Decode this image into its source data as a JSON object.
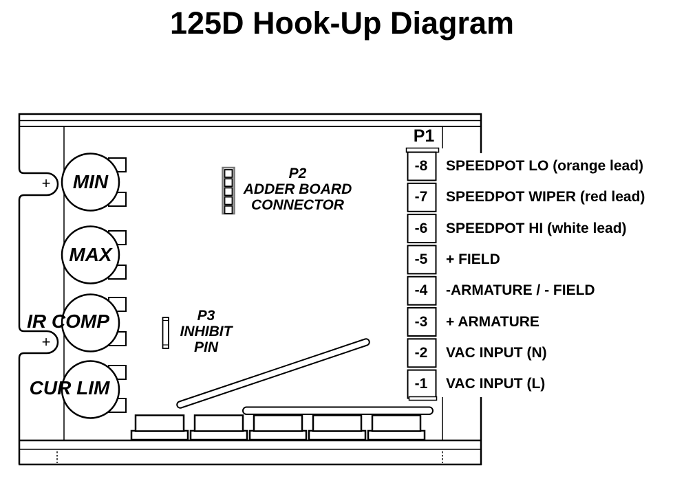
{
  "title": "125D Hook-Up Diagram",
  "colors": {
    "line": "#000000",
    "background": "#ffffff",
    "connector_frame": "#777777"
  },
  "board": {
    "pots": [
      {
        "label": "MIN"
      },
      {
        "label": "MAX"
      },
      {
        "label": "IR COMP"
      },
      {
        "label": "CUR LIM"
      }
    ],
    "plus_marks": [
      "+",
      "+"
    ],
    "p2": {
      "name": "P2",
      "line1": "ADDER BOARD",
      "line2": "CONNECTOR"
    },
    "p3": {
      "name": "P3",
      "line1": "INHIBIT",
      "line2": "PIN"
    },
    "p1": {
      "label": "P1",
      "rows": [
        {
          "pin": "-8",
          "label": "SPEEDPOT LO (orange lead)"
        },
        {
          "pin": "-7",
          "label": "SPEEDPOT WIPER (red lead)"
        },
        {
          "pin": "-6",
          "label": "SPEEDPOT HI (white lead)"
        },
        {
          "pin": "-5",
          "label": "+ FIELD"
        },
        {
          "pin": "-4",
          "label": "-ARMATURE / - FIELD"
        },
        {
          "pin": "-3",
          "label": "+ ARMATURE"
        },
        {
          "pin": "-2",
          "label": "VAC INPUT (N)"
        },
        {
          "pin": "-1",
          "label": "VAC INPUT (L)"
        }
      ]
    }
  }
}
